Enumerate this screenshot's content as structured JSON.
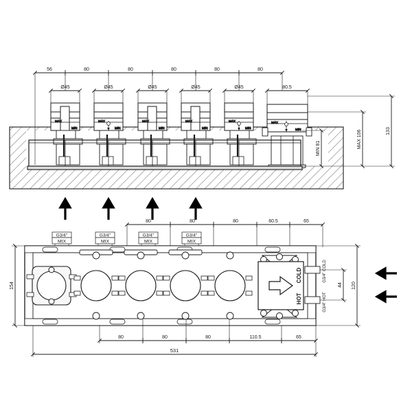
{
  "drawing": {
    "title": "Multi-outlet concealed thermostatic valve manifold",
    "line_color": "#1a1a1a",
    "hatch_color": "#555555",
    "arrow_color": "#000000"
  },
  "section_view": {
    "name": "cross-section-elevation",
    "top_chain": [
      {
        "label": "56"
      },
      {
        "label": "80"
      },
      {
        "label": "80"
      },
      {
        "label": "80"
      },
      {
        "label": "80"
      },
      {
        "label": "80"
      }
    ],
    "bore_labels": [
      {
        "label": "Ø45"
      },
      {
        "label": "Ø45"
      },
      {
        "label": "Ø45"
      },
      {
        "label": "Ø45"
      },
      {
        "label": "Ø45"
      }
    ],
    "module_width_label": "80.5",
    "valve_marks": [
      {
        "max": "MAX",
        "min": "MIN"
      },
      {
        "max": "MAX",
        "min": "MIN"
      },
      {
        "max": "MAX",
        "min": "MIN"
      },
      {
        "max": "MAX",
        "min": "MIN"
      },
      {
        "max": "MAX",
        "min": "MIN"
      },
      {
        "max": "MAX",
        "min": "MIN"
      }
    ],
    "vertical_dims": [
      {
        "label": "MIN 81"
      },
      {
        "label": "MAX 106"
      },
      {
        "label": "133"
      }
    ]
  },
  "middle_arrows": {
    "name": "section-direction-arrows",
    "count": 4,
    "direction": "up"
  },
  "plan_view": {
    "name": "plan-view",
    "left_dim": "154",
    "port_labels": [
      {
        "thread": "G3/4\"",
        "service": "MIX"
      },
      {
        "thread": "G3/4\"",
        "service": "MIX"
      },
      {
        "thread": "G3/4\"",
        "service": "MIX"
      },
      {
        "thread": "G3/4\"",
        "service": "MIX"
      }
    ],
    "top_chain": [
      {
        "label": "80"
      },
      {
        "label": "80"
      },
      {
        "label": "80"
      },
      {
        "label": "60.5"
      },
      {
        "label": "65"
      }
    ],
    "bottom_chain": [
      {
        "label": "80"
      },
      {
        "label": "80"
      },
      {
        "label": "80"
      },
      {
        "label": "110.5"
      },
      {
        "label": "65"
      }
    ],
    "overall_length": "531",
    "inlet_block": {
      "flow_arrow": "left",
      "cold_label": "COLD",
      "hot_label": "HOT",
      "cold_port": "G3/4\" COLD",
      "hot_port": "G3/4\" HOT"
    },
    "right_dims": [
      {
        "label": "44"
      },
      {
        "label": "120"
      }
    ],
    "supply_arrows": {
      "count": 2,
      "direction": "left"
    }
  }
}
